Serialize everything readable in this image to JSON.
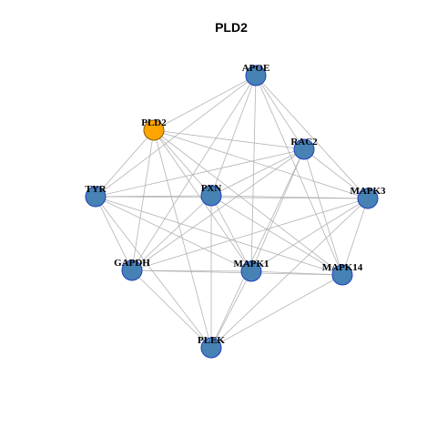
{
  "title": "PLD2",
  "colors": {
    "node_fill": "#4682b4",
    "node_stroke": "#1f3fbf",
    "highlight_fill": "#ffa500",
    "highlight_stroke": "#8b5a00",
    "edge": "#b3b3b3"
  },
  "nodes": [
    {
      "id": "APOE",
      "label": "APOE",
      "highlight": false
    },
    {
      "id": "PLD2",
      "label": "PLD2",
      "highlight": true
    },
    {
      "id": "RAC2",
      "label": "RAC2",
      "highlight": false
    },
    {
      "id": "TYR",
      "label": "TYR",
      "highlight": false
    },
    {
      "id": "PXN",
      "label": "PXN",
      "highlight": false
    },
    {
      "id": "MAPK3",
      "label": "MAPK3",
      "highlight": false
    },
    {
      "id": "GAPDH",
      "label": "GAPDH",
      "highlight": false
    },
    {
      "id": "MAPK1",
      "label": "MAPK1",
      "highlight": false
    },
    {
      "id": "MAPK14",
      "label": "MAPK14",
      "highlight": false
    },
    {
      "id": "PLEK",
      "label": "PLEK",
      "highlight": false
    }
  ],
  "edges": [
    [
      "APOE",
      "PLD2"
    ],
    [
      "APOE",
      "TYR"
    ],
    [
      "APOE",
      "PXN"
    ],
    [
      "APOE",
      "RAC2"
    ],
    [
      "APOE",
      "MAPK3"
    ],
    [
      "APOE",
      "GAPDH"
    ],
    [
      "APOE",
      "MAPK1"
    ],
    [
      "APOE",
      "MAPK14"
    ],
    [
      "PLD2",
      "TYR"
    ],
    [
      "PLD2",
      "RAC2"
    ],
    [
      "PLD2",
      "PXN"
    ],
    [
      "PLD2",
      "MAPK3"
    ],
    [
      "PLD2",
      "GAPDH"
    ],
    [
      "PLD2",
      "MAPK1"
    ],
    [
      "PLD2",
      "MAPK14"
    ],
    [
      "PLD2",
      "PLEK"
    ],
    [
      "RAC2",
      "TYR"
    ],
    [
      "RAC2",
      "PXN"
    ],
    [
      "RAC2",
      "MAPK3"
    ],
    [
      "RAC2",
      "GAPDH"
    ],
    [
      "RAC2",
      "MAPK1"
    ],
    [
      "RAC2",
      "MAPK14"
    ],
    [
      "RAC2",
      "PLEK"
    ],
    [
      "TYR",
      "PXN"
    ],
    [
      "TYR",
      "MAPK3"
    ],
    [
      "TYR",
      "GAPDH"
    ],
    [
      "TYR",
      "MAPK1"
    ],
    [
      "TYR",
      "MAPK14"
    ],
    [
      "TYR",
      "PLEK"
    ],
    [
      "PXN",
      "MAPK3"
    ],
    [
      "PXN",
      "GAPDH"
    ],
    [
      "PXN",
      "MAPK1"
    ],
    [
      "PXN",
      "MAPK14"
    ],
    [
      "PXN",
      "PLEK"
    ],
    [
      "MAPK3",
      "GAPDH"
    ],
    [
      "MAPK3",
      "MAPK1"
    ],
    [
      "MAPK3",
      "MAPK14"
    ],
    [
      "MAPK3",
      "PLEK"
    ],
    [
      "GAPDH",
      "MAPK1"
    ],
    [
      "GAPDH",
      "MAPK14"
    ],
    [
      "GAPDH",
      "PLEK"
    ],
    [
      "MAPK1",
      "MAPK14"
    ],
    [
      "MAPK1",
      "PLEK"
    ],
    [
      "MAPK14",
      "PLEK"
    ]
  ]
}
